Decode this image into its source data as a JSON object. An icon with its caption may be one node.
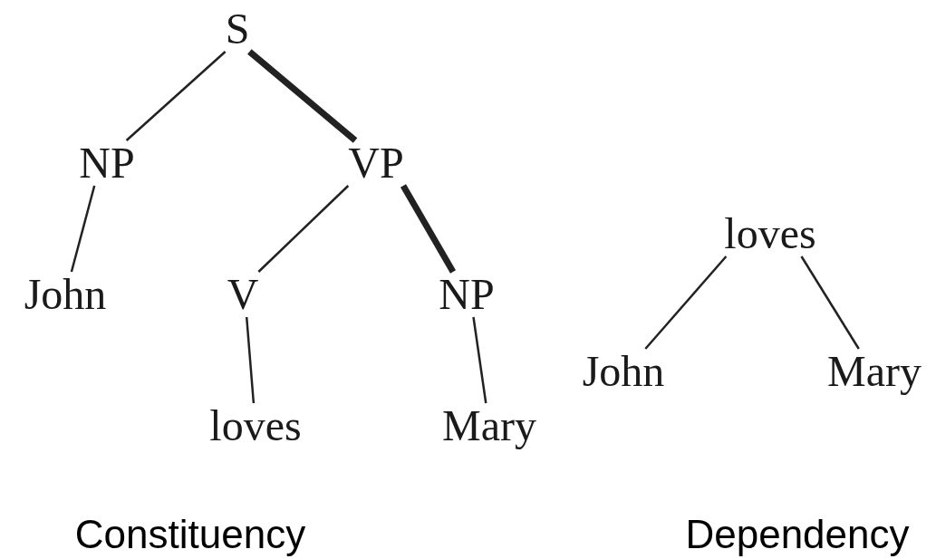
{
  "diagram": {
    "nodes": [
      {
        "text": [
          "S"
        ]
      },
      {
        "text": [
          "NP"
        ]
      },
      {
        "text": [
          "VP"
        ]
      },
      {
        "text": [
          "John"
        ]
      },
      {
        "text": [
          "V"
        ]
      },
      {
        "text": [
          "NP"
        ]
      },
      {
        "text": [
          "loves"
        ]
      },
      {
        "text": [
          "Mary"
        ]
      },
      {
        "text": [
          "loves"
        ]
      },
      {
        "text": [
          "John"
        ]
      },
      {
        "text": [
          "Mary"
        ]
      }
    ],
    "edges": [
      {
        "from": 0,
        "to": 1,
        "arrow": "none"
      },
      {
        "from": 0,
        "to": 2,
        "arrow": "none",
        "style": "thick"
      },
      {
        "from": 1,
        "to": 3,
        "arrow": "none"
      },
      {
        "from": 2,
        "to": 4,
        "arrow": "none"
      },
      {
        "from": 2,
        "to": 5,
        "arrow": "none",
        "style": "thick"
      },
      {
        "from": 4,
        "to": 6,
        "arrow": "none"
      },
      {
        "from": 5,
        "to": 7,
        "arrow": "none"
      },
      {
        "from": 8,
        "to": 9,
        "arrow": "none"
      },
      {
        "from": 8,
        "to": 10,
        "arrow": "none"
      }
    ],
    "labels": [
      "Constituency",
      "Dependency"
    ]
  }
}
